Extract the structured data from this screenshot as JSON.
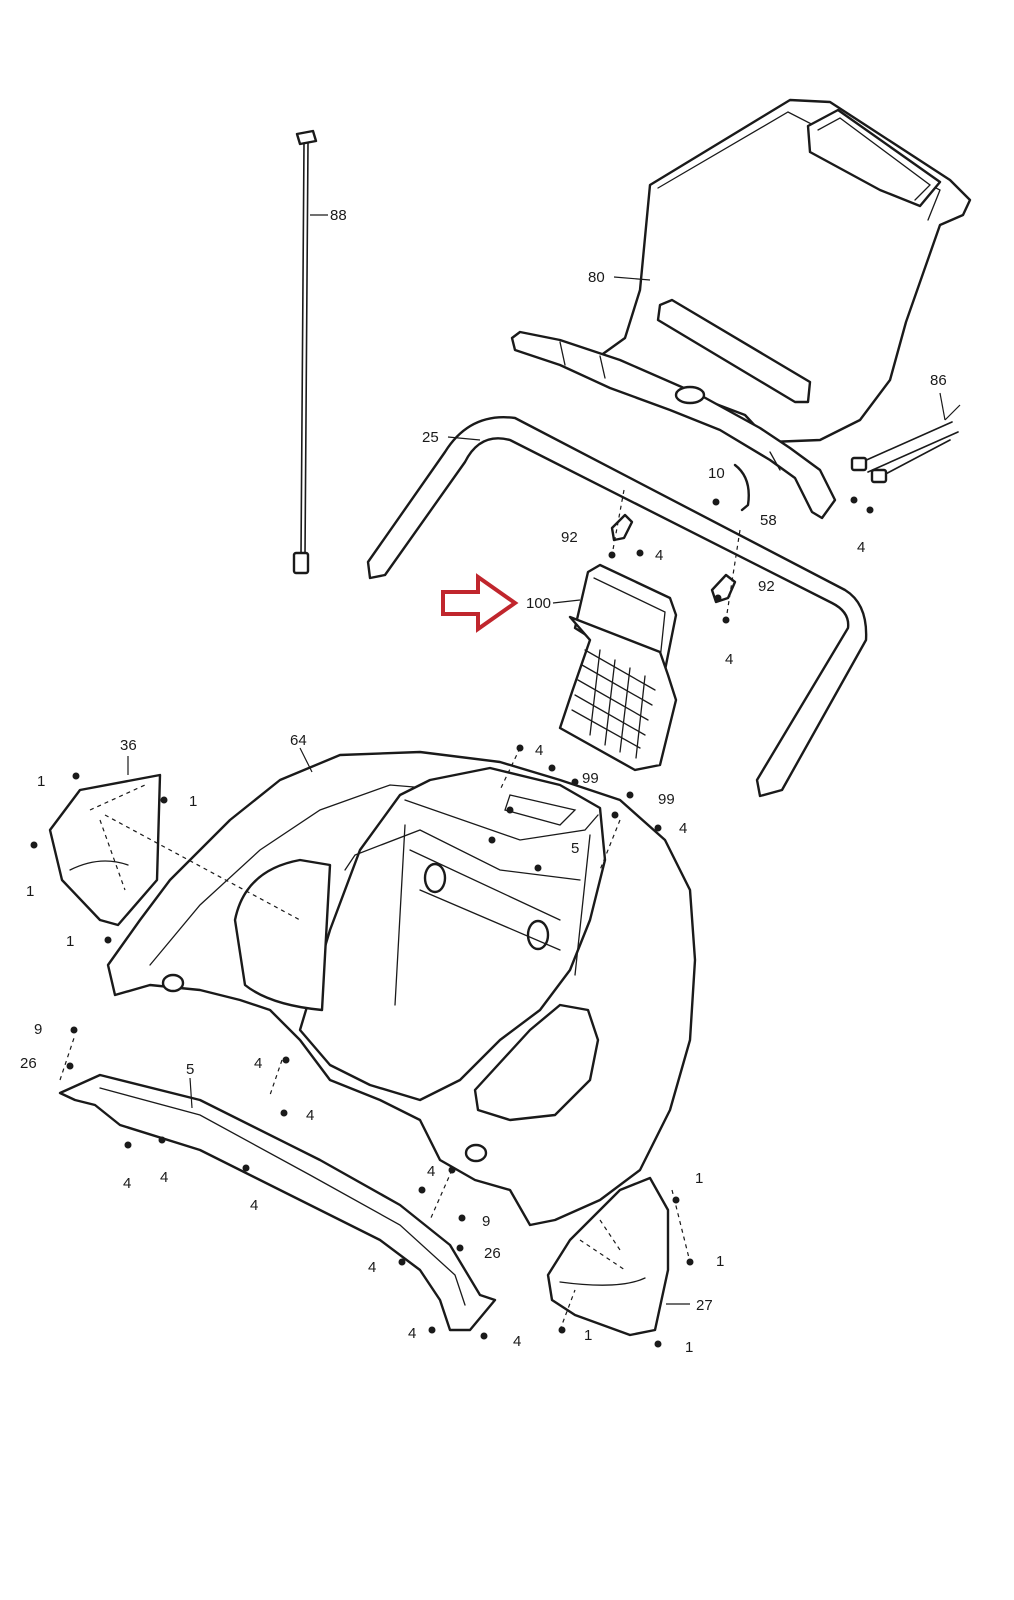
{
  "diagram": {
    "highlight_color": "#c0262d",
    "line_color": "#1a1a1a",
    "highlighted_part": "100",
    "callouts": {
      "c88": "88",
      "c80": "80",
      "c86": "86",
      "c25": "25",
      "c10": "10",
      "c58": "58",
      "c4_rr": "4",
      "c92a": "92",
      "c4_92a": "4",
      "c100": "100",
      "c92b": "92",
      "c4_92b": "4",
      "c36": "36",
      "c64": "64",
      "c4_m1": "4",
      "c99a": "99",
      "c99b": "99",
      "c4_m2": "4",
      "c1_a": "1",
      "c1_b": "1",
      "c1_c": "1",
      "c1_d": "1",
      "c5_top": "5",
      "c9_l": "9",
      "c26_l": "26",
      "c5_rail": "5",
      "c4_l1": "4",
      "c4_l2": "4",
      "c4_s1": "4",
      "c4_s2": "4",
      "c4_s3": "4",
      "c4_c1": "4",
      "c1_r1": "1",
      "c9_r": "9",
      "c26_r": "26",
      "c4_b1": "4",
      "c1_r2": "1",
      "c27": "27",
      "c4_b2": "4",
      "c4_b3": "4",
      "c1_r3": "1",
      "c1_r4": "1"
    }
  }
}
